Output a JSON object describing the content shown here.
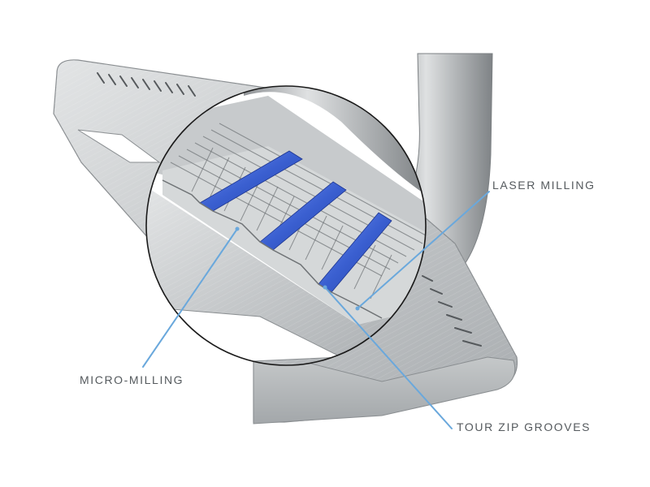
{
  "labels": {
    "laser_milling": "LASER MILLING",
    "micro_milling": "MICRO-MILLING",
    "tour_zip_grooves": "TOUR ZIP GROOVES"
  },
  "colors": {
    "callout_line": "#6aa8dc",
    "label_text": "#555a5e",
    "groove_highlight": "#3a5fd0",
    "steel_light": "#d9dbdc",
    "steel_mid": "#b5b8ba",
    "steel_dark": "#8a8e91",
    "magnifier_ring": "#1a1a1a"
  }
}
